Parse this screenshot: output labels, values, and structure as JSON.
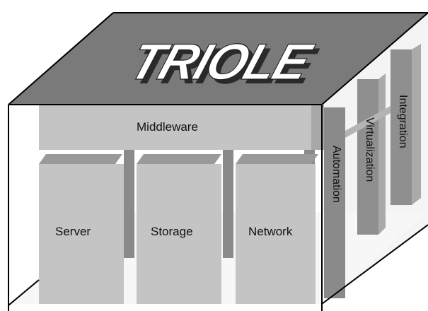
{
  "diagram": {
    "title": "TRIOLE",
    "layers": {
      "middleware": "Middleware"
    },
    "resources": [
      "Server",
      "Storage",
      "Network"
    ],
    "side_functions": [
      "Automation",
      "Virtualization",
      "Integration"
    ],
    "colors": {
      "top_face": "#7a7a7a",
      "block_light": "#c4c4c4",
      "block_mid": "#9a9a9a",
      "block_dark": "#8a8a8a",
      "outline": "#000000",
      "title_fill": "#ffffff"
    }
  }
}
